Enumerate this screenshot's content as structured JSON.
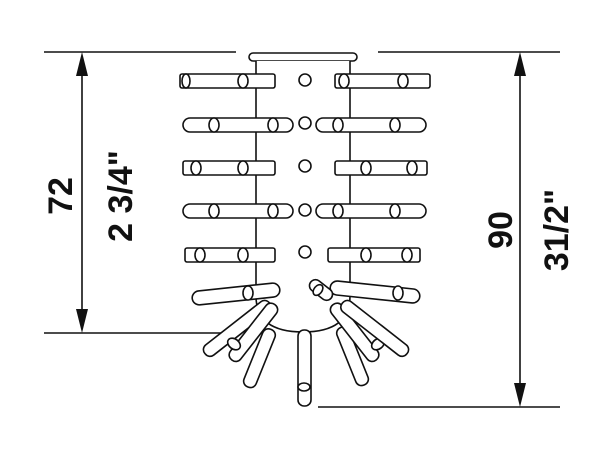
{
  "dimensions": {
    "height_left": {
      "metric": "72",
      "imperial": "2 3/4\""
    },
    "height_right": {
      "metric": "90",
      "imperial": "31/2\""
    }
  },
  "drawing": {
    "subject": "brush-head",
    "bristle_rows": 5
  }
}
